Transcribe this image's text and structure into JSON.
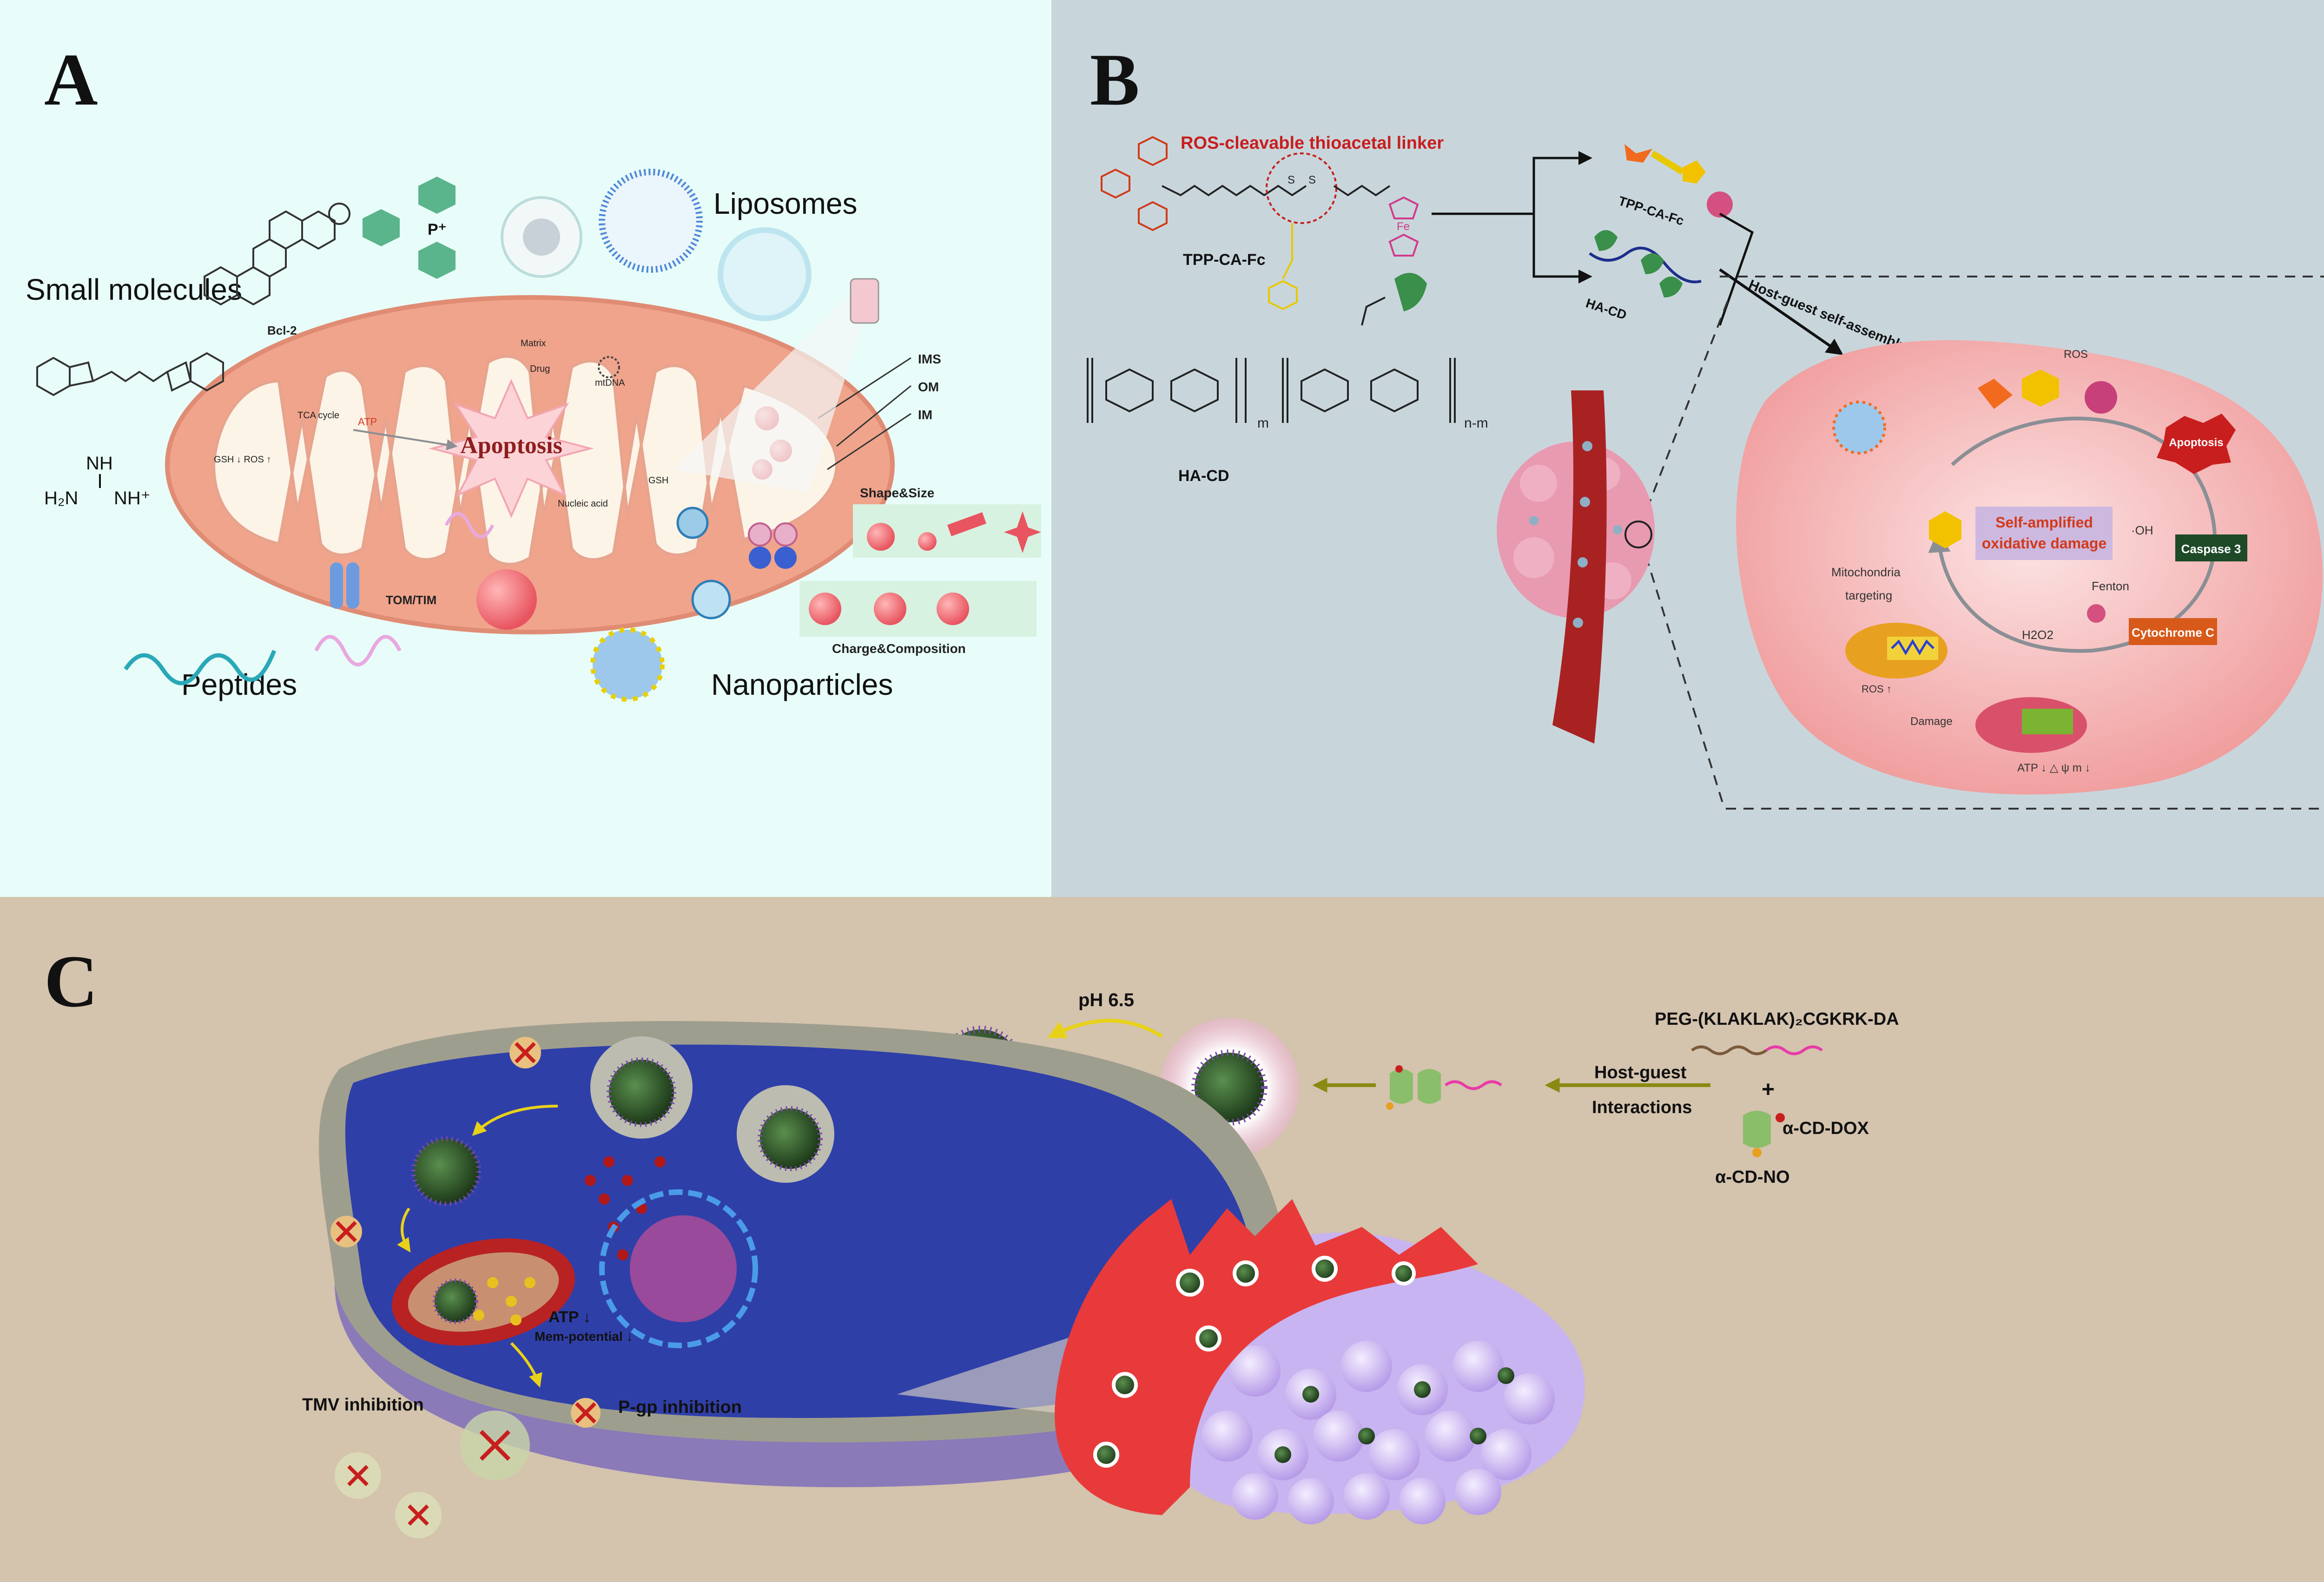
{
  "panels": {
    "a": {
      "letter": "A",
      "categories": {
        "small_molecules": "Small molecules",
        "liposomes": "Liposomes",
        "peptides": "Peptides",
        "nanoparticles": "Nanoparticles"
      },
      "labels": {
        "bcl2": "Bcl-2",
        "apoptosis": "Apoptosis",
        "tca_cycle": "TCA cycle",
        "atp": "ATP",
        "gsh_ros": "GSH ↓  ROS ↑",
        "matrix": "Matrix",
        "drug": "Drug",
        "mtdna": "mtDNA",
        "nucleic_acid": "Nucleic acid",
        "gsh": "GSH",
        "ims": "IMS",
        "om": "OM",
        "im": "IM",
        "tom_tim": "TOM/TIM",
        "shape_size": "Shape&Size",
        "charge_composition": "Charge&Composition",
        "guanidine_nh": "NH",
        "guanidine_h2n": "H₂N",
        "guanidine_nh2": "NH⁺",
        "tpp_p": "P⁺"
      }
    },
    "b": {
      "letter": "B",
      "labels": {
        "ros_linker": "ROS-cleavable thioacetal linker",
        "tpp_ca_fc": "TPP-CA-Fc",
        "ha_cd": "HA-CD",
        "tpp_ca_fc_right": "TPP-CA-Fc",
        "ha_cd_right": "HA-CD",
        "host_guest": "Host-guest self-assembly",
        "ros": "ROS",
        "apoptosis": "Apoptosis",
        "self_amplified": "Self-amplified oxidative damage",
        "mito_targeting": "Mitochondria targeting",
        "oh": "·OH",
        "fenton": "Fenton",
        "caspase3": "Caspase 3",
        "h2o2": "H2O2",
        "cytochrome_c": "Cytochrome C",
        "ros_up": "ROS ↑",
        "damage": "Damage",
        "atp_delta": "ATP ↓  △ ψ m ↓",
        "sub_m": "m",
        "sub_nm": "n-m",
        "fe": "Fe",
        "s1": "S",
        "s2": "S"
      }
    },
    "c": {
      "letter": "C",
      "labels": {
        "ph": "pH 6.5",
        "peg": "PEG-(KLAKLAK)₂CGKRK-DA",
        "host_guest": "Host-guest",
        "interactions": "Interactions",
        "plus": "+",
        "cd_dox": "α-CD-DOX",
        "cd_no": "α-CD-NO",
        "atp": "ATP ↓",
        "mem_potential": "Mem-potential ↓",
        "tmv": "TMV  inhibition",
        "pgp": "P-gp inhibition"
      }
    }
  },
  "colors": {
    "panel_a_bg": "#E8FDF9",
    "panel_b_bg": "#C8D6DC",
    "panel_c_bg": "#D4C3AD",
    "mito_outer": "#F0A48C",
    "mito_inner": "#FDF4E8",
    "accent_red": "#C81E1E",
    "cell_pink": "#F2A6A6",
    "cell_blue": "#2F3FA8",
    "tumor_purple": "#C8B4F0",
    "vessel_red": "#E83A3A"
  }
}
